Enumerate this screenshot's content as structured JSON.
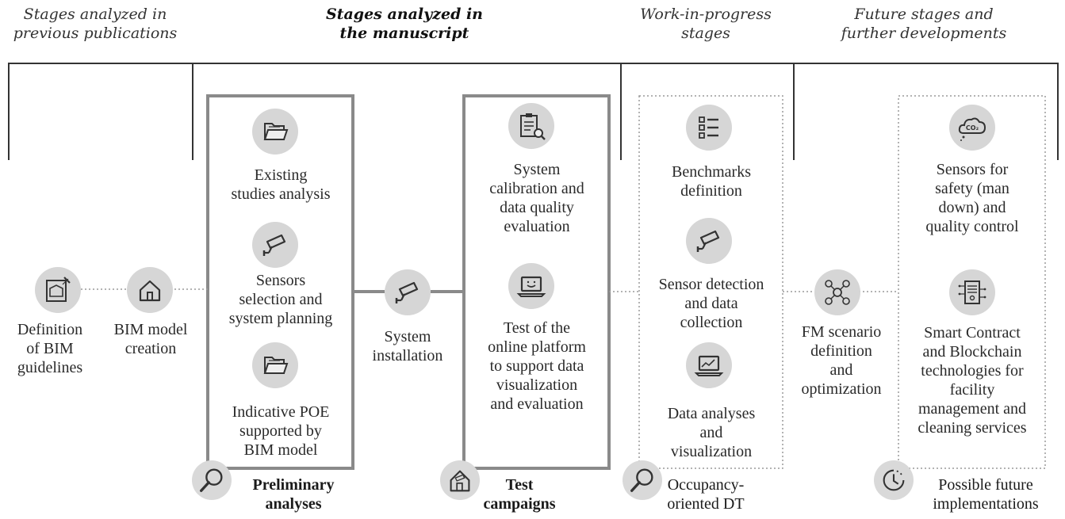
{
  "headers": {
    "previous": "Stages analyzed in\nprevious publications",
    "manuscript": "Stages analyzed in\nthe manuscript",
    "wip": "Work-in-progress\nstages",
    "future": "Future stages and\nfurther developments"
  },
  "steps": {
    "bim_guidelines": "Definition\nof BIM\nguidelines",
    "bim_model": "BIM model\ncreation",
    "existing_studies": "Existing\nstudies analysis",
    "sensors_selection": "Sensors\nselection and\nsystem planning",
    "indicative_poe": "Indicative POE\nsupported by\nBIM model",
    "system_installation": "System\ninstallation",
    "system_calibration": "System\ncalibration and\ndata quality\nevaluation",
    "test_platform": "Test of the\nonline platform\nto support data\nvisualization\nand evaluation",
    "benchmarks": "Benchmarks\ndefinition",
    "sensor_detection": "Sensor detection\nand data\ncollection",
    "data_analyses": "Data analyses\nand\nvisualization",
    "fm_scenario": "FM scenario\ndefinition\nand\noptimization",
    "sensors_safety": "Sensors for\nsafety (man\ndown) and\nquality control",
    "smart_contract": "Smart Contract\nand Blockchain\ntechnologies for\nfacility\nmanagement and\ncleaning services"
  },
  "phases": {
    "preliminary": "Preliminary\nanalyses",
    "test": "Test\ncampaigns",
    "occupancy": "Occupancy-\noriented DT",
    "future": "Possible future\nimplementations"
  },
  "icons": {
    "co2_label": "CO₂"
  },
  "colors": {
    "line": "#333333",
    "box_border": "#8a8a8a",
    "dotted": "#9a9a9a",
    "icon_bg": "#d6d6d6"
  }
}
